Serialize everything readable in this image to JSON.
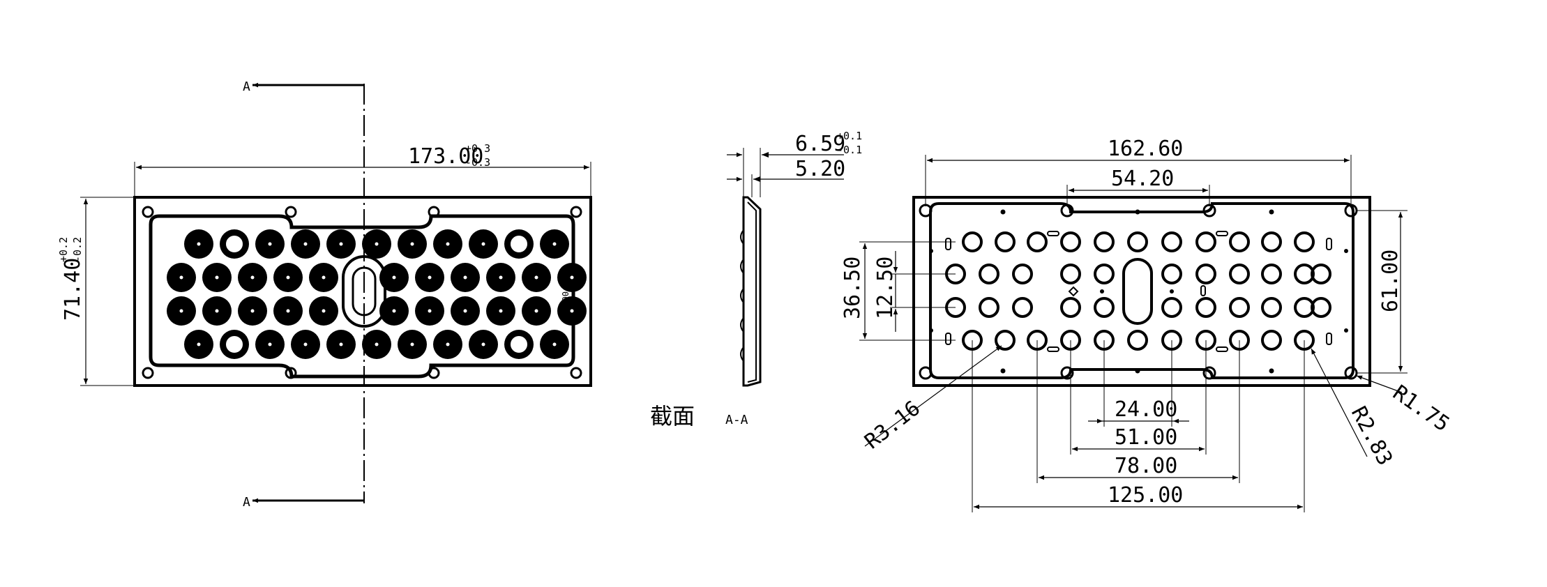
{
  "front_view": {
    "section_marker": "A",
    "dims": {
      "length": "173.00",
      "length_tol_upper": "+0.3",
      "length_tol_lower": "-0.3",
      "height": "71.40",
      "height_tol_upper": "+0.2",
      "height_tol_lower": "-0.2"
    },
    "side_mark": "000"
  },
  "section_view": {
    "dims": {
      "thickness": "6.59",
      "thickness_tol_upper": "+0.1",
      "thickness_tol_lower": "-0.1",
      "inner_thickness": "5.20"
    },
    "caption": "截面",
    "caption_label": "A-A"
  },
  "back_view": {
    "dims": {
      "width": "162.60",
      "inner_span": "54.20",
      "height_left": "36.50",
      "height_inner": "12.50",
      "height_right": "61.00",
      "h1": "24.00",
      "h2": "51.00",
      "h3": "78.00",
      "h4": "125.00"
    },
    "radii": {
      "r_lens": "R3.16",
      "r_corner": "R1.75",
      "r_hole": "R2.83"
    }
  }
}
